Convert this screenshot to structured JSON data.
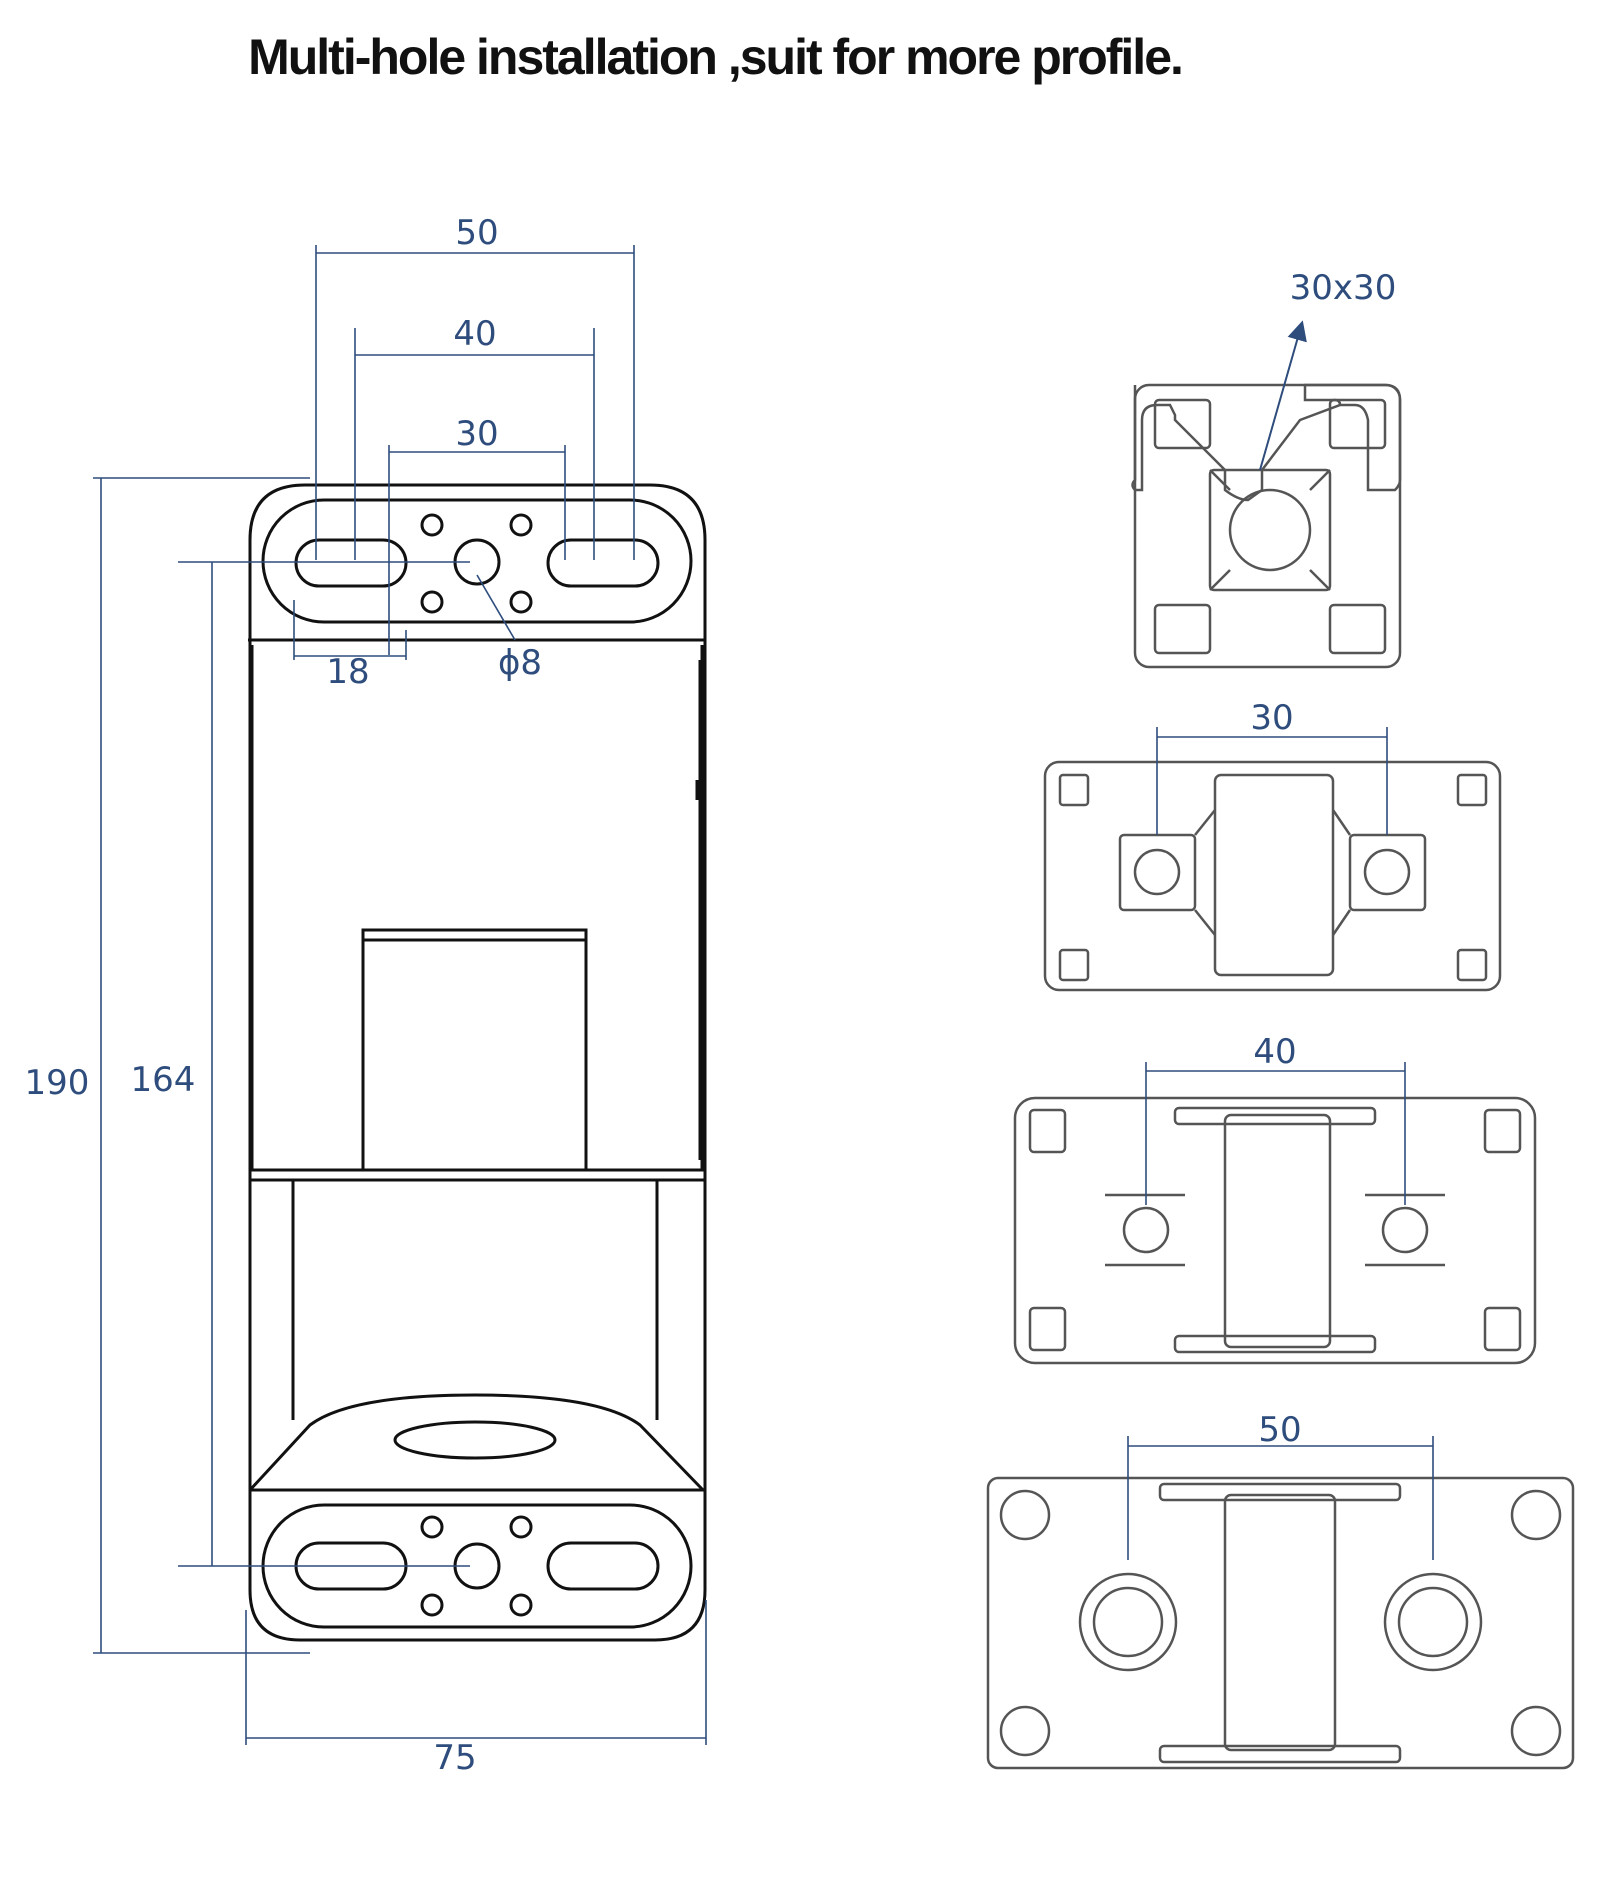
{
  "title": "Multi-hole installation ,suit for more profile.",
  "colors": {
    "dimension": "#2e4d7d",
    "outline": "#111111",
    "profile": "#555555"
  },
  "bracket_dims": {
    "top_50": "50",
    "top_40": "40",
    "top_30": "30",
    "slot_18": "18",
    "hole_d8": "ϕ8",
    "height_190": "190",
    "height_164": "164",
    "width_75": "75"
  },
  "profiles": {
    "p30x30": "30x30",
    "p30": "30",
    "p40": "40",
    "p50": "50"
  }
}
